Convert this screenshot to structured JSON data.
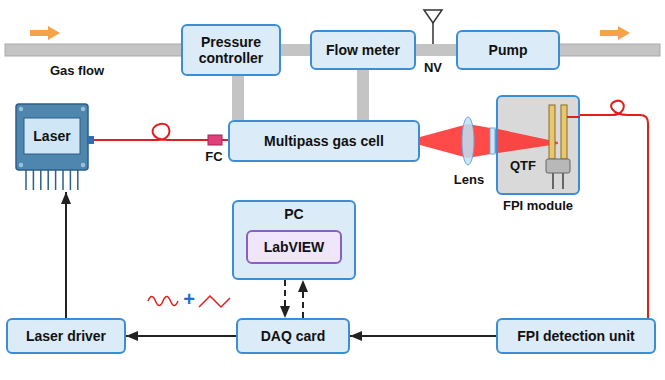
{
  "diagram": {
    "nodes": [
      {
        "text": [
          "Pressure controller"
        ]
      },
      {
        "text": [
          "Flow meter"
        ]
      },
      {
        "text": [
          "Pump"
        ]
      },
      {
        "text": [
          "Laser"
        ]
      },
      {
        "text": [
          "Multipass gas cell"
        ]
      },
      {
        "text": [
          "QTF",
          "FPI module"
        ]
      },
      {
        "text": [
          "PC"
        ]
      },
      {
        "text": [
          "LabVIEW"
        ],
        "in": 6
      },
      {
        "text": [
          "Laser driver"
        ]
      },
      {
        "text": [
          "DAQ card"
        ]
      },
      {
        "text": [
          "FPI detection unit"
        ]
      }
    ],
    "edges": [
      {
        "from": 0,
        "to": 1,
        "arrow": "none"
      },
      {
        "from": 1,
        "to": 2,
        "arrow": "none"
      },
      {
        "from": 0,
        "to": 4,
        "arrow": "none"
      },
      {
        "from": 1,
        "to": 4,
        "arrow": "none"
      },
      {
        "from": 3,
        "to": 4,
        "arrow": "none"
      },
      {
        "from": 4,
        "to": 5,
        "arrow": "none"
      },
      {
        "from": 5,
        "to": 10,
        "arrow": "none"
      },
      {
        "from": 6,
        "to": 9,
        "arrow": "to"
      },
      {
        "from": 9,
        "to": 6,
        "arrow": "to"
      },
      {
        "from": 10,
        "to": 9,
        "arrow": "to"
      },
      {
        "from": 9,
        "to": 8,
        "arrow": "to"
      },
      {
        "from": 8,
        "to": 3,
        "arrow": "to"
      }
    ],
    "labels": [
      "Gas flow",
      "NV",
      "FC",
      "Lens",
      "+"
    ]
  }
}
